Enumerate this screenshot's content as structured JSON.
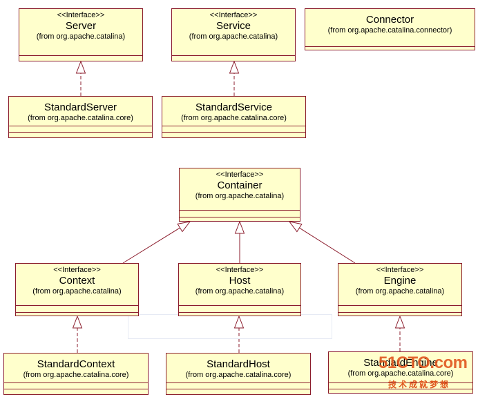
{
  "colors": {
    "fill": "#ffffcc",
    "border": "#8b1c2c",
    "line": "#8b1c2c"
  },
  "classes": [
    {
      "id": "server",
      "stereotype": "<<Interface>>",
      "name": "Server",
      "package": "(from org.apache.catalina)"
    },
    {
      "id": "service",
      "stereotype": "<<Interface>>",
      "name": "Service",
      "package": "(from org.apache.catalina)"
    },
    {
      "id": "connector",
      "stereotype": "",
      "name": "Connector",
      "package": "(from org.apache.catalina.connector)"
    },
    {
      "id": "standard-server",
      "stereotype": "",
      "name": "StandardServer",
      "package": "(from org.apache.catalina.core)"
    },
    {
      "id": "standard-service",
      "stereotype": "",
      "name": "StandardService",
      "package": "(from org.apache.catalina.core)"
    },
    {
      "id": "container",
      "stereotype": "<<Interface>>",
      "name": "Container",
      "package": "(from org.apache.catalina)"
    },
    {
      "id": "context",
      "stereotype": "<<Interface>>",
      "name": "Context",
      "package": "(from org.apache.catalina)"
    },
    {
      "id": "host",
      "stereotype": "<<Interface>>",
      "name": "Host",
      "package": "(from org.apache.catalina)"
    },
    {
      "id": "engine",
      "stereotype": "<<Interface>>",
      "name": "Engine",
      "package": "(from org.apache.catalina)"
    },
    {
      "id": "standard-context",
      "stereotype": "",
      "name": "StandardContext",
      "package": "(from org.apache.catalina.core)"
    },
    {
      "id": "standard-host",
      "stereotype": "",
      "name": "StandardHost",
      "package": "(from org.apache.catalina.core)"
    },
    {
      "id": "standard-engine",
      "stereotype": "",
      "name": "StandardEngine",
      "package": "(from org.apache.catalina.core)"
    }
  ],
  "relations": [
    {
      "from": "standard-server",
      "to": "server",
      "kind": "realization"
    },
    {
      "from": "standard-service",
      "to": "service",
      "kind": "realization"
    },
    {
      "from": "context",
      "to": "container",
      "kind": "generalization"
    },
    {
      "from": "host",
      "to": "container",
      "kind": "generalization"
    },
    {
      "from": "engine",
      "to": "container",
      "kind": "generalization"
    },
    {
      "from": "standard-context",
      "to": "context",
      "kind": "realization"
    },
    {
      "from": "standard-host",
      "to": "host",
      "kind": "realization"
    },
    {
      "from": "standard-engine",
      "to": "engine",
      "kind": "realization"
    }
  ],
  "watermark": {
    "main": "51CTO.com",
    "sub": "技术成就梦想"
  }
}
